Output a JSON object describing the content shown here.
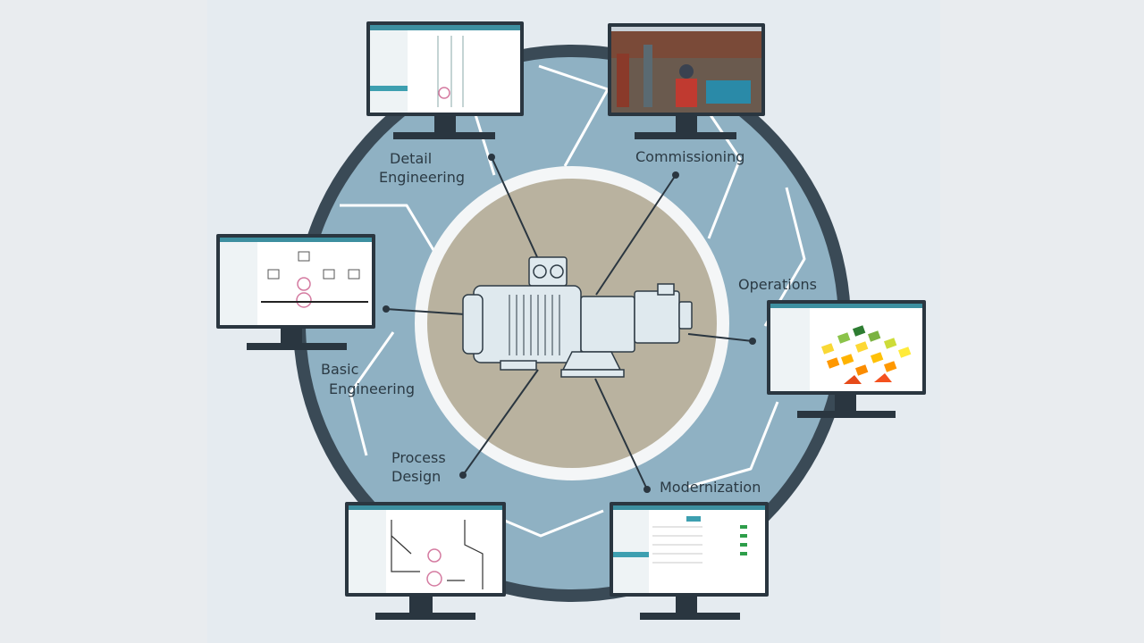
{
  "stages": {
    "detail_engineering": {
      "line1": "Detail",
      "line2": "Engineering"
    },
    "commissioning": {
      "line1": "Commissioning"
    },
    "operations": {
      "line1": "Operations"
    },
    "basic_engineering": {
      "line1": "Basic",
      "line2": "Engineering"
    },
    "process_design": {
      "line1": "Process",
      "line2": "Design"
    },
    "modernization": {
      "line1": "Modernization"
    }
  },
  "colors": {
    "ring_dark": "#3a4a56",
    "ring_blue": "#8fb1c3",
    "inner_white": "#f4f6f7",
    "center_beige": "#b9b29f",
    "monitor_frame": "#2a3640",
    "motor_fill": "#dfe9ee"
  },
  "icons": [
    "motor-icon",
    "monitor-icon"
  ]
}
